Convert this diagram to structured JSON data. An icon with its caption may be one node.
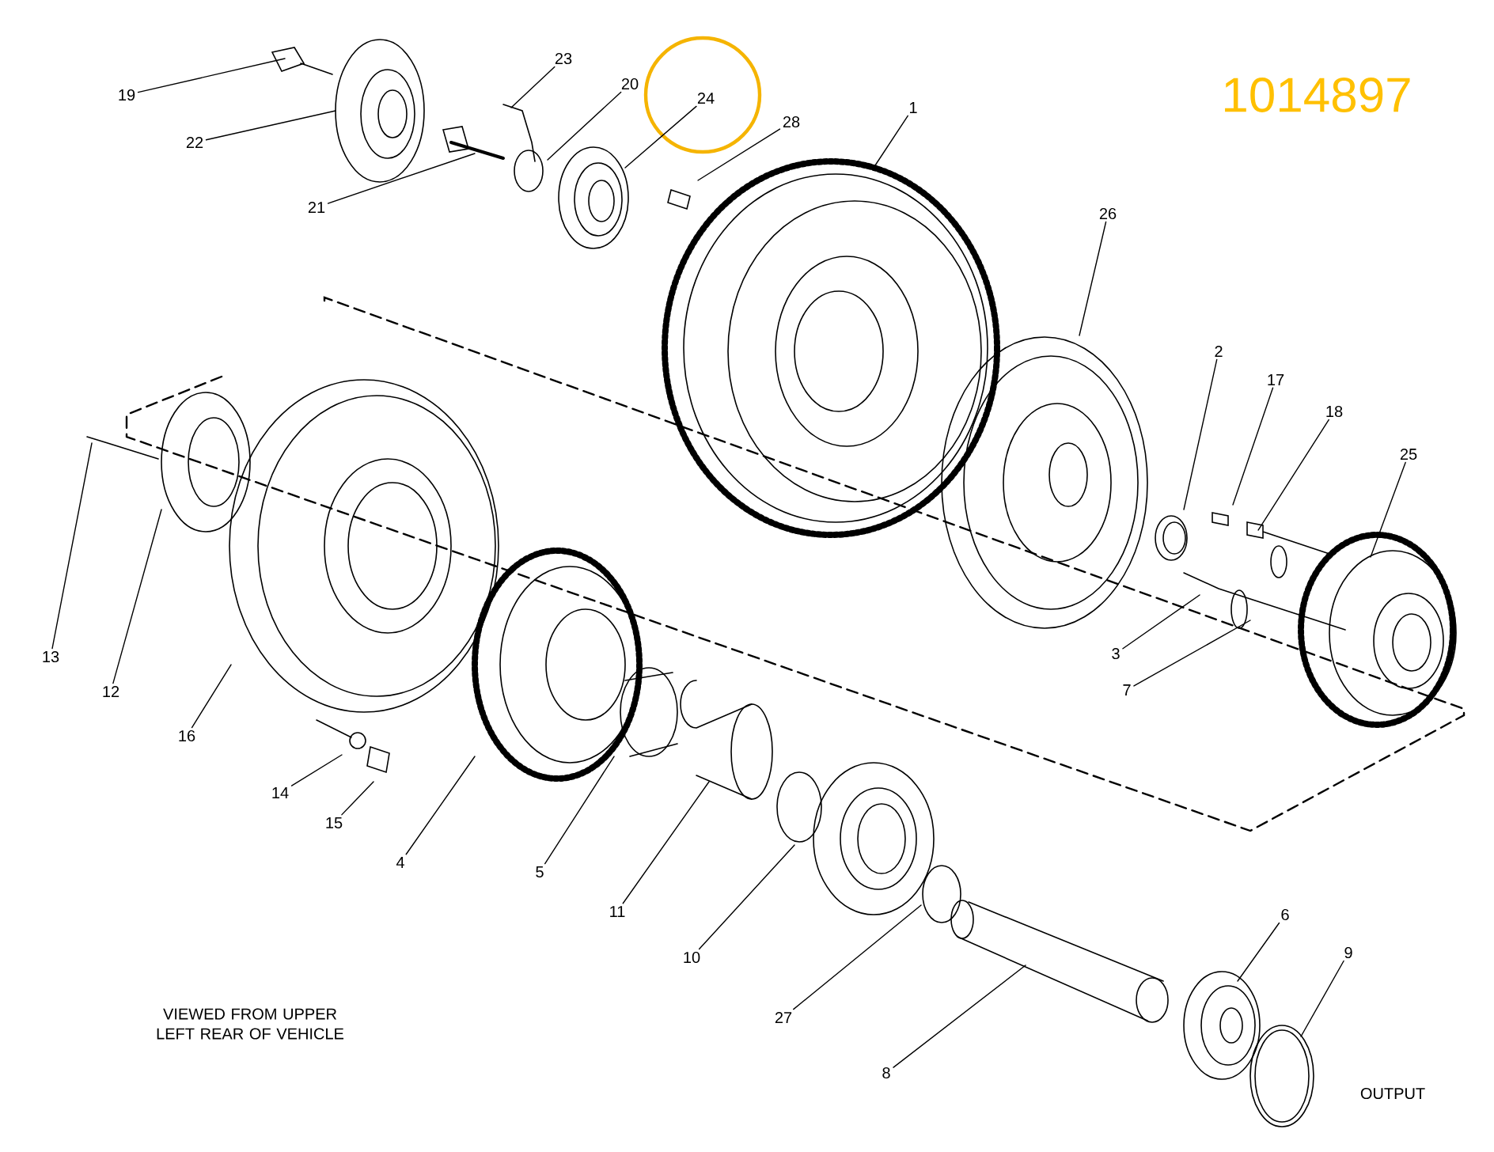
{
  "diagram": {
    "nodes": [
      {
        "text": [
          "19"
        ]
      },
      {
        "text": [
          "23"
        ]
      },
      {
        "text": [
          "20"
        ]
      },
      {
        "text": [
          "24"
        ]
      },
      {
        "text": [
          "1"
        ]
      },
      {
        "text": [
          "28"
        ]
      },
      {
        "text": [
          "22"
        ]
      },
      {
        "text": [
          "21"
        ]
      },
      {
        "text": [
          "26"
        ]
      },
      {
        "text": [
          "2"
        ]
      },
      {
        "text": [
          "17"
        ]
      },
      {
        "text": [
          "18"
        ]
      },
      {
        "text": [
          "25"
        ]
      },
      {
        "text": [
          "13"
        ]
      },
      {
        "text": [
          "3"
        ]
      },
      {
        "text": [
          "12"
        ]
      },
      {
        "text": [
          "7"
        ]
      },
      {
        "text": [
          "16"
        ]
      },
      {
        "text": [
          "14"
        ]
      },
      {
        "text": [
          "15"
        ]
      },
      {
        "text": [
          "4"
        ]
      },
      {
        "text": [
          "5"
        ]
      },
      {
        "text": [
          "6"
        ]
      },
      {
        "text": [
          "11"
        ]
      },
      {
        "text": [
          "9"
        ]
      },
      {
        "text": [
          "10"
        ]
      },
      {
        "text": [
          "27"
        ]
      },
      {
        "text": [
          "8"
        ]
      }
    ],
    "edges": [
      {
        "from": 0,
        "to": null,
        "arrow": "none"
      },
      {
        "from": 1,
        "to": null,
        "arrow": "none"
      },
      {
        "from": 2,
        "to": null,
        "arrow": "none"
      },
      {
        "from": 3,
        "to": null,
        "arrow": "none"
      },
      {
        "from": 4,
        "to": null,
        "arrow": "none"
      },
      {
        "from": 5,
        "to": null,
        "arrow": "none"
      },
      {
        "from": 6,
        "to": null,
        "arrow": "none"
      },
      {
        "from": 7,
        "to": null,
        "arrow": "none"
      },
      {
        "from": 8,
        "to": null,
        "arrow": "none"
      },
      {
        "from": 9,
        "to": null,
        "arrow": "none"
      },
      {
        "from": 10,
        "to": null,
        "arrow": "none"
      },
      {
        "from": 11,
        "to": null,
        "arrow": "none"
      },
      {
        "from": 12,
        "to": null,
        "arrow": "none"
      },
      {
        "from": 13,
        "to": null,
        "arrow": "none"
      },
      {
        "from": 14,
        "to": null,
        "arrow": "none"
      },
      {
        "from": 15,
        "to": null,
        "arrow": "none"
      },
      {
        "from": 16,
        "to": null,
        "arrow": "none"
      },
      {
        "from": 17,
        "to": null,
        "arrow": "none"
      },
      {
        "from": 18,
        "to": null,
        "arrow": "none"
      },
      {
        "from": 19,
        "to": null,
        "arrow": "none"
      },
      {
        "from": 20,
        "to": null,
        "arrow": "none"
      },
      {
        "from": 21,
        "to": null,
        "arrow": "none"
      },
      {
        "from": 22,
        "to": null,
        "arrow": "none"
      },
      {
        "from": 23,
        "to": null,
        "arrow": "none"
      },
      {
        "from": 24,
        "to": null,
        "arrow": "none"
      },
      {
        "from": 25,
        "to": null,
        "arrow": "none"
      },
      {
        "from": 26,
        "to": null,
        "arrow": "none"
      },
      {
        "from": 27,
        "to": null,
        "arrow": "none"
      }
    ],
    "labels": [
      "1014897",
      "VIEWED FROM UPPER LEFT REAR OF VEHICLE",
      "OUTPUT"
    ]
  }
}
